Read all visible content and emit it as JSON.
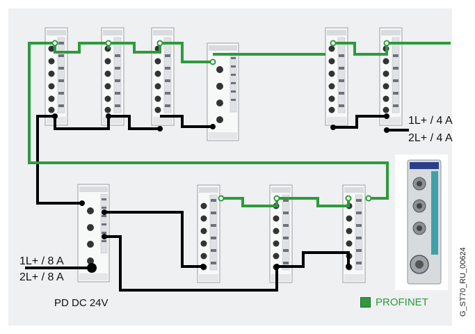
{
  "labels": {
    "right_supply_1": "1L+ / 4 A",
    "right_supply_2": "2L+ / 4 A",
    "left_supply_1": "1L+ / 8 A",
    "left_supply_2": "2L+ / 8 A",
    "power_module": "PD DC 24V"
  },
  "legend": {
    "profinet_label": "PROFINET",
    "profinet_color": "#2e9a3d"
  },
  "doc_id": "G_ST70_RU_00624",
  "colors": {
    "background": "#eef0f1",
    "power_cable": "#000000",
    "profinet_cable": "#2e9a3d",
    "module_body": "#f7f8f8"
  },
  "modules": {
    "top_row_count": 6,
    "bottom_row_count": 3,
    "power_distribution_count": 1,
    "photo_module": "ET 200pro distributed I/O module photo"
  }
}
